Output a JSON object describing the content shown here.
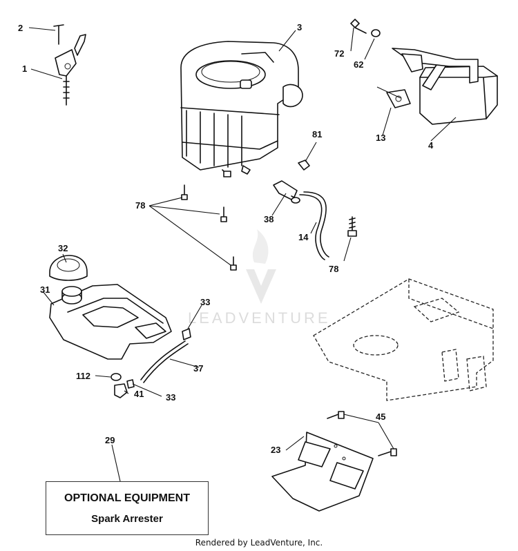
{
  "callouts": {
    "c1": "1",
    "c2": "2",
    "c3": "3",
    "c4": "4",
    "c13": "13",
    "c14": "14",
    "c23": "23",
    "c29": "29",
    "c31": "31",
    "c32": "32",
    "c33a": "33",
    "c33b": "33",
    "c37": "37",
    "c38": "38",
    "c41": "41",
    "c45": "45",
    "c62": "62",
    "c72": "72",
    "c78a": "78",
    "c78b": "78",
    "c81": "81",
    "c112": "112"
  },
  "watermark": "LEADVENTURE",
  "optional_box": {
    "title": "OPTIONAL EQUIPMENT",
    "subtitle": "Spark Arrester"
  },
  "footer": "Rendered by LeadVenture, Inc."
}
